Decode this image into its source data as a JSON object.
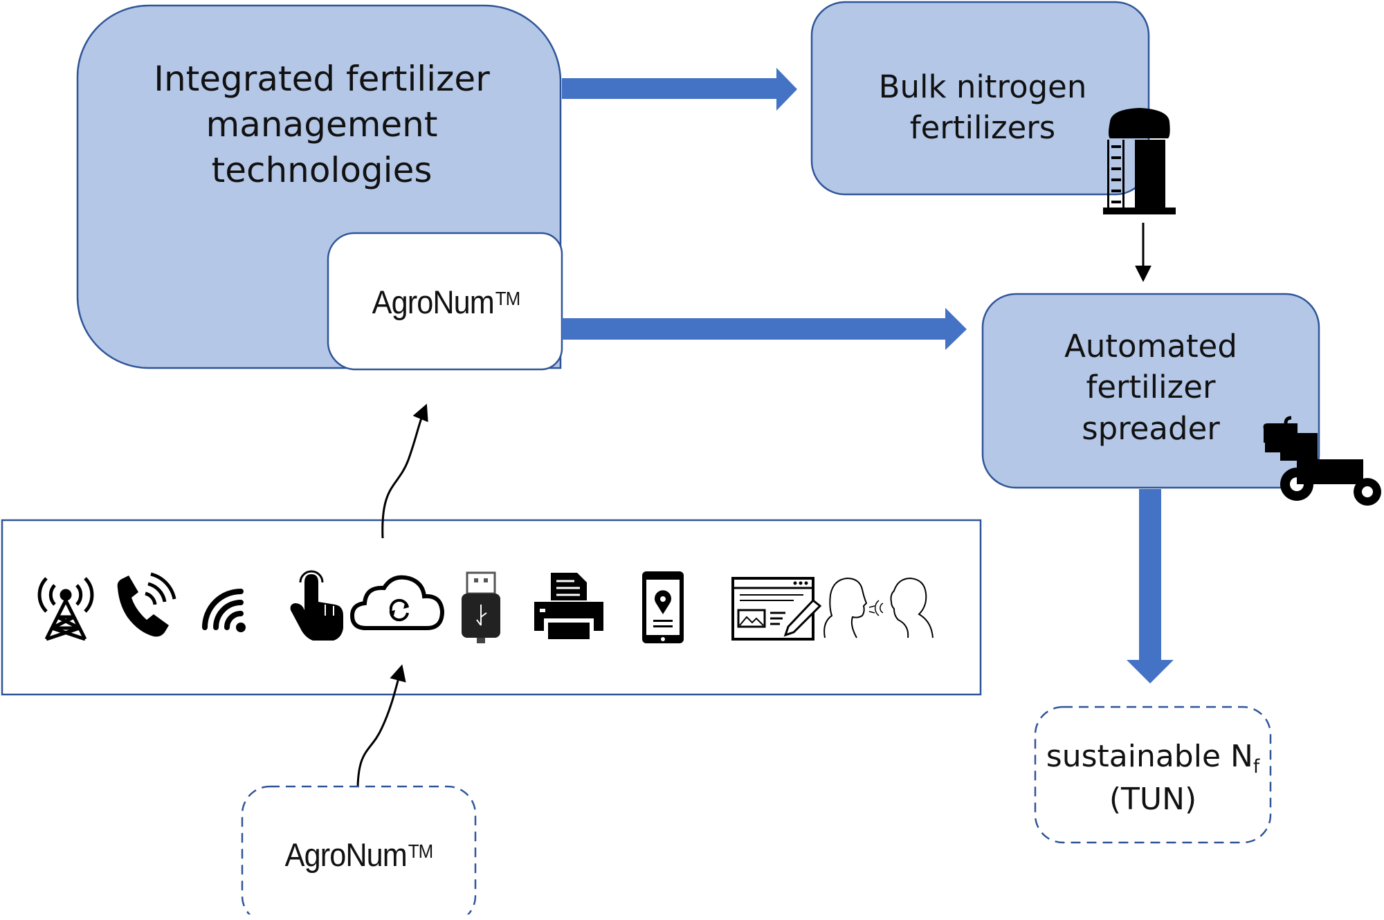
{
  "boxes": {
    "main": {
      "lines": [
        "Integrated fertilizer",
        "management",
        "technologies"
      ]
    },
    "bulk": {
      "lines": [
        "Bulk nitrogen",
        "fertilizers"
      ]
    },
    "spreader": {
      "lines": [
        "Automated",
        "fertilizer",
        "spreader"
      ]
    },
    "tun": {
      "line1_text": "sustainable N",
      "line1_sub": "f",
      "line2": "(TUN)"
    }
  },
  "agronum": {
    "name": "AgroNum",
    "mark": "TM"
  },
  "icons": [
    "antenna-tower",
    "phone",
    "wifi",
    "touch",
    "cloud-sync",
    "usb",
    "printer",
    "smartphone-location",
    "web-editor",
    "voice-conversation"
  ],
  "colors": {
    "box_fill": "#b4c7e7",
    "box_stroke": "#2f5597",
    "arrow_fill": "#4472c4",
    "dashed_stroke": "#2f5597"
  }
}
